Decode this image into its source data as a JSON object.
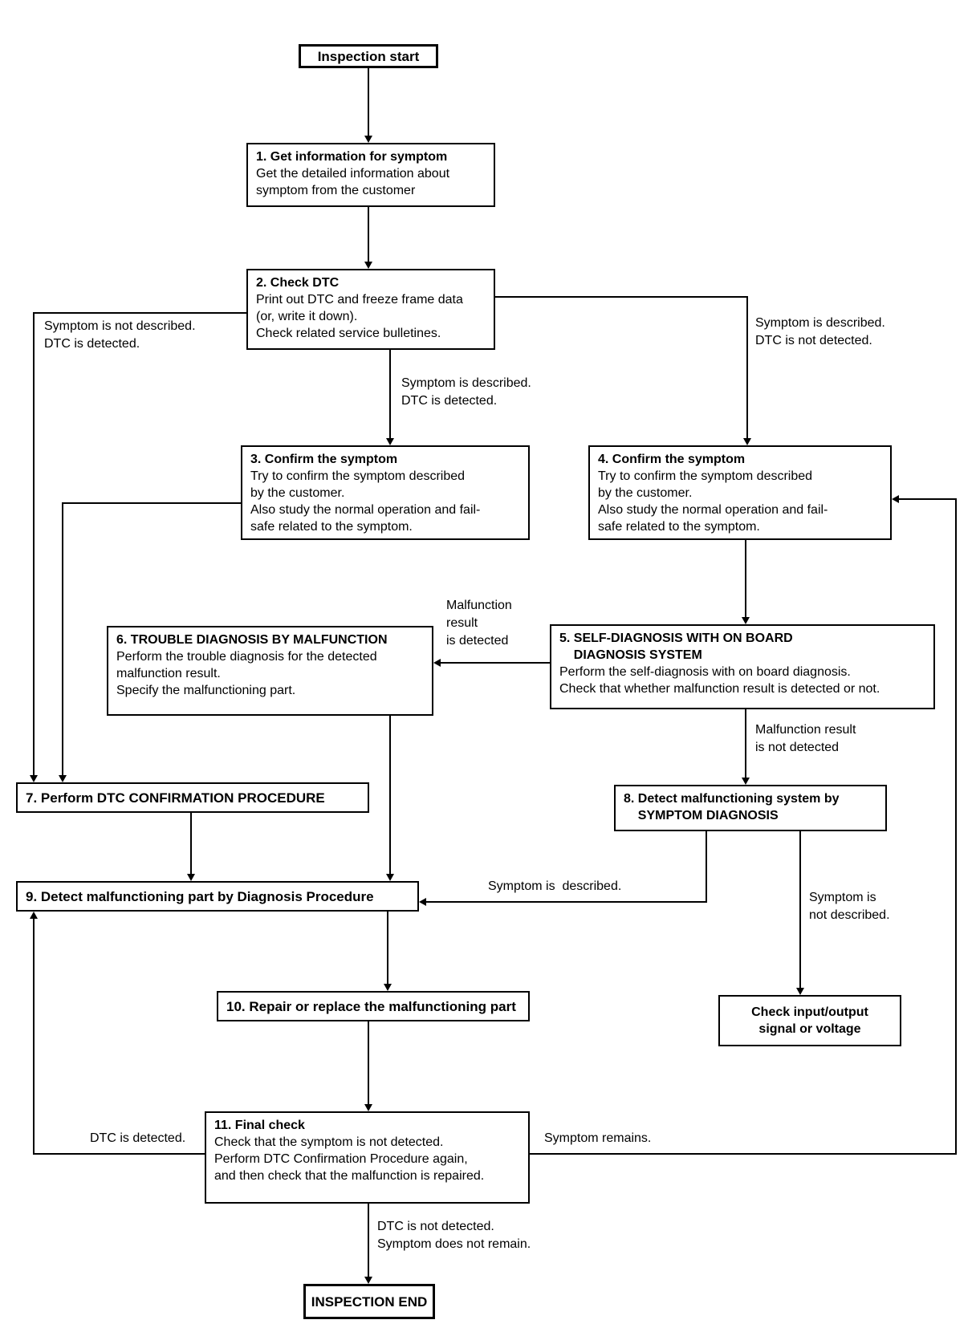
{
  "nodes": {
    "start": {
      "label": "Inspection start"
    },
    "n1": {
      "title": "1. Get information for symptom",
      "body": "Get the detailed information about\nsymptom from the customer"
    },
    "n2": {
      "title": "2. Check DTC",
      "body": "Print out DTC and freeze frame data\n(or, write it down).\nCheck related service bulletines."
    },
    "n3": {
      "title": "3. Confirm the symptom",
      "body": "Try to confirm the symptom described\nby the customer.\nAlso study the normal operation and fail-\nsafe related to the symptom."
    },
    "n4": {
      "title": "4. Confirm the symptom",
      "body": "Try to confirm the symptom described\nby the customer.\nAlso study the normal operation and fail-\nsafe related to the symptom."
    },
    "n5": {
      "title": "5. SELF-DIAGNOSIS WITH ON BOARD\n    DIAGNOSIS SYSTEM",
      "body": "Perform the self-diagnosis with on board diagnosis.\nCheck that whether malfunction result is detected or not."
    },
    "n6": {
      "title": "6. TROUBLE DIAGNOSIS BY MALFUNCTION",
      "body": "Perform the trouble diagnosis for the detected\nmalfunction result.\nSpecify the malfunctioning part."
    },
    "n7": {
      "title": "7. Perform DTC CONFIRMATION PROCEDURE"
    },
    "n8": {
      "title": "8. Detect malfunctioning system by\n    SYMPTOM DIAGNOSIS"
    },
    "n9": {
      "title": "9. Detect malfunctioning part by Diagnosis Procedure"
    },
    "n10": {
      "title": "10. Repair or replace the malfunctioning part"
    },
    "n11": {
      "title": "11. Final check",
      "body": "Check that the symptom is not detected.\nPerform DTC Confirmation Procedure again,\nand then check that the malfunction is repaired."
    },
    "check_io": {
      "label": "Check input/output\nsignal or voltage"
    },
    "end": {
      "label": "INSPECTION END"
    }
  },
  "edge_labels": {
    "symptom_not_described_dtc_detected": "Symptom is not described.\nDTC is detected.",
    "symptom_described_dtc_not_detected": "Symptom is described.\nDTC is not detected.",
    "symptom_described_dtc_detected": "Symptom is described.\nDTC is detected.",
    "malfunction_result_is_detected": "Malfunction\nresult\nis detected",
    "malfunction_result_is_not_detected": "Malfunction result\nis not detected",
    "symptom_is_described": "Symptom is  described.",
    "symptom_is_not_described": "Symptom is\nnot described.",
    "dtc_is_detected": "DTC is detected.",
    "symptom_remains": "Symptom remains.",
    "dtc_not_detected_symptom_does_not_remain": "DTC is not detected.\nSymptom does not remain."
  },
  "colors": {
    "line": "#000000",
    "background": "#ffffff",
    "text": "#000000"
  }
}
